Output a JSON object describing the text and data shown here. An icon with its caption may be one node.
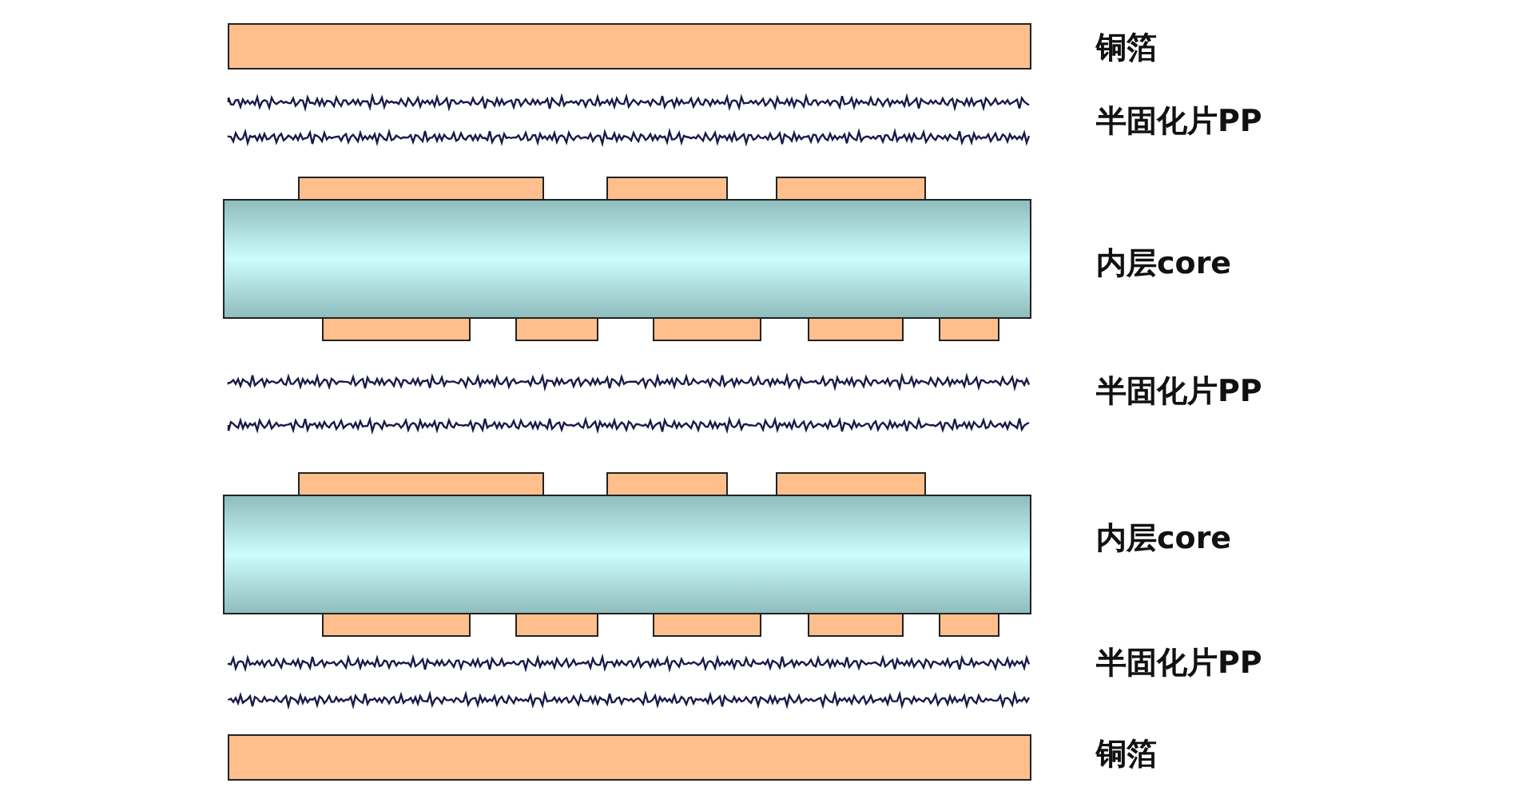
{
  "diagram": {
    "labels": [
      "铜箔",
      "半固化片PP",
      "内层core",
      "半固化片PP",
      "内层core",
      "半固化片PP",
      "铜箔"
    ]
  }
}
